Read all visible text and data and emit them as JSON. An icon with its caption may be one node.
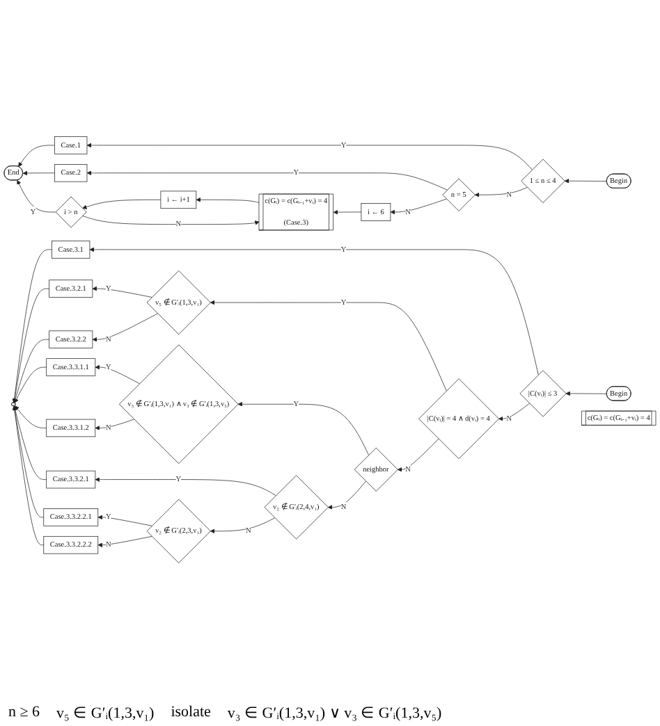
{
  "diagram": {
    "nodes": [
      {
        "text": [
          "Begin"
        ]
      },
      {
        "text": [
          "1 ≤ n ≤ 4"
        ]
      },
      {
        "text": [
          "Case.1"
        ]
      },
      {
        "text": [
          "n = 5"
        ]
      },
      {
        "text": [
          "Case.2"
        ]
      },
      {
        "text": [
          "i ← 6"
        ]
      },
      {
        "text": [
          "c(Gᵢ) = c(Gᵢ₋₁+vᵢ) = 4"
        ],
        "beside": [
          "(Case.3)"
        ]
      },
      {
        "text": [
          "i ← i+1"
        ]
      },
      {
        "text": [
          "i > n"
        ]
      },
      {
        "text": [
          "End"
        ]
      },
      {
        "text": [
          "Begin"
        ]
      },
      {
        "text": [
          "|C(vᵢ)| ≤ 3"
        ]
      },
      {
        "text": [
          "Case.3.1"
        ]
      },
      {
        "text": [
          "|C(vᵢ)| = 4 ∧ d(vᵢ) = 4"
        ]
      },
      {
        "text": [
          "v₅ ∉ G′ᵢ(1,3,v₁)"
        ]
      },
      {
        "text": [
          "Case.3.2.1"
        ]
      },
      {
        "text": [
          "Case.3.2.2"
        ]
      },
      {
        "text": [
          "neighbor"
        ]
      },
      {
        "text": [
          "v₃ ∉ G′ᵢ(1,3,v₁) ∧ v₃ ∉ G′ᵢ(1,3,v₅)"
        ]
      },
      {
        "text": [
          "Case.3.3.1.1"
        ]
      },
      {
        "text": [
          "Case.3.3.1.2"
        ]
      },
      {
        "text": [
          "v₂ ∉ G′ᵢ(2,4,v₁)"
        ]
      },
      {
        "text": [
          "Case.3.3.2.1"
        ]
      },
      {
        "text": [
          "v₂ ∉ G′ᵢ(2,3,v₁)"
        ]
      },
      {
        "text": [
          "Case.3.3.2.2.1"
        ]
      },
      {
        "text": [
          "Case.3.3.2.2.2"
        ]
      },
      {
        "text": [],
        "shape": "ellipse"
      },
      {
        "text": [
          "c(Gᵢ) = c(Gᵢ₋₁+vᵢ) = 4"
        ]
      }
    ],
    "edges": [
      {
        "from": 0,
        "to": 1,
        "arrow": "to"
      },
      {
        "from": 1,
        "to": 2,
        "label": "Y",
        "arrow": "to"
      },
      {
        "from": 1,
        "to": 3,
        "label": "N",
        "arrow": "to"
      },
      {
        "from": 3,
        "to": 4,
        "label": "Y",
        "arrow": "to"
      },
      {
        "from": 3,
        "to": 5,
        "label": "N",
        "arrow": "to"
      },
      {
        "from": 5,
        "to": 6,
        "arrow": "to"
      },
      {
        "from": 6,
        "to": 7,
        "arrow": "to"
      },
      {
        "from": 7,
        "to": 8,
        "arrow": "to"
      },
      {
        "from": 8,
        "to": 9,
        "label": "Y",
        "arrow": "to"
      },
      {
        "from": 8,
        "to": 6,
        "label": "N",
        "arrow": "to"
      },
      {
        "from": 2,
        "to": 9,
        "arrow": "to"
      },
      {
        "from": 4,
        "to": 9,
        "arrow": "to"
      },
      {
        "from": 10,
        "to": 11,
        "arrow": "to"
      },
      {
        "from": 11,
        "to": 12,
        "label": "Y",
        "arrow": "to"
      },
      {
        "from": 11,
        "to": 13,
        "label": "N",
        "arrow": "to"
      },
      {
        "from": 13,
        "to": 14,
        "label": "Y",
        "arrow": "to"
      },
      {
        "from": 13,
        "to": 17,
        "label": "N",
        "arrow": "to"
      },
      {
        "from": 14,
        "to": 15,
        "label": "Y",
        "arrow": "to"
      },
      {
        "from": 14,
        "to": 16,
        "label": "N",
        "arrow": "to"
      },
      {
        "from": 17,
        "to": 18,
        "label": "Y",
        "arrow": "to"
      },
      {
        "from": 17,
        "to": 21,
        "label": "N",
        "arrow": "to"
      },
      {
        "from": 18,
        "to": 19,
        "label": "Y",
        "arrow": "to"
      },
      {
        "from": 18,
        "to": 20,
        "label": "N",
        "arrow": "to"
      },
      {
        "from": 21,
        "to": 22,
        "label": "Y",
        "arrow": "to"
      },
      {
        "from": 21,
        "to": 23,
        "label": "N",
        "arrow": "to"
      },
      {
        "from": 23,
        "to": 24,
        "label": "Y",
        "arrow": "to"
      },
      {
        "from": 23,
        "to": 25,
        "label": "N",
        "arrow": "to"
      },
      {
        "from": 12,
        "to": 26,
        "arrow": "to"
      },
      {
        "from": 15,
        "to": 26,
        "arrow": "to"
      },
      {
        "from": 16,
        "to": 26,
        "arrow": "to"
      },
      {
        "from": 19,
        "to": 26,
        "arrow": "to"
      },
      {
        "from": 20,
        "to": 26,
        "arrow": "to"
      },
      {
        "from": 22,
        "to": 26,
        "arrow": "to"
      },
      {
        "from": 24,
        "to": 26,
        "arrow": "to"
      },
      {
        "from": 25,
        "to": 26,
        "arrow": "to"
      }
    ],
    "labels": [
      "n ≥ 6",
      "v₅ ∈ G′ᵢ(1,3,v₁)",
      "isolate",
      "v₃ ∈ G′ᵢ(1,3,v₁) ∨ v₃ ∈ G′ᵢ(1,3,v₅)"
    ]
  }
}
